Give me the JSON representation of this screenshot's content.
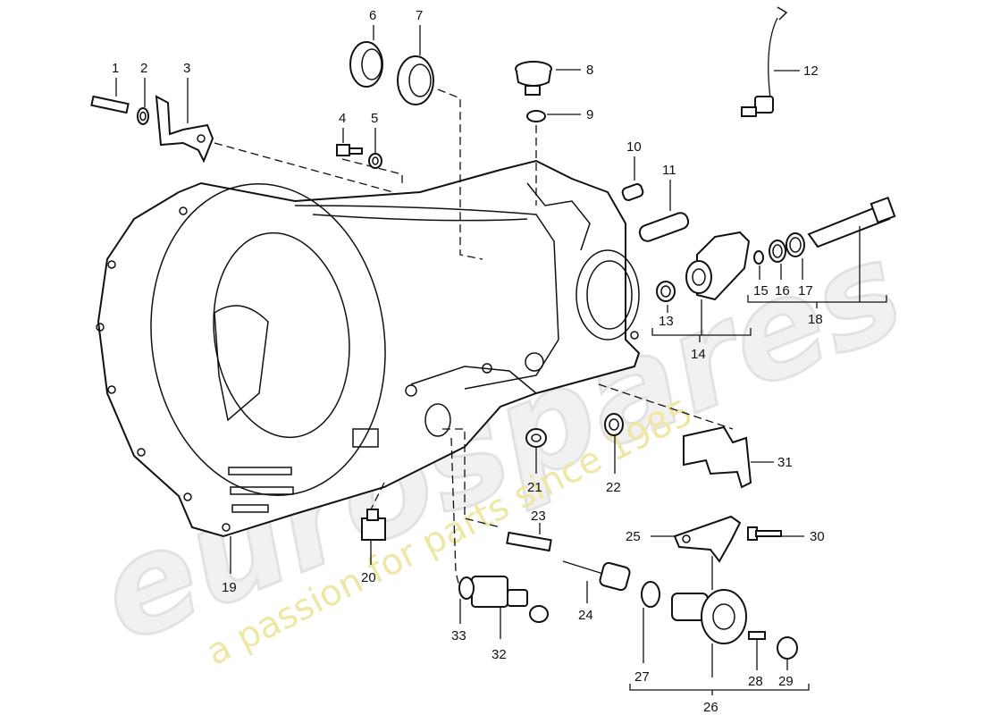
{
  "watermark": {
    "logo_text": "eurospares",
    "tagline": "a passion for parts since 1985",
    "tagline_color": "#efe7a6"
  },
  "callouts": {
    "n1": "1",
    "n2": "2",
    "n3": "3",
    "n4": "4",
    "n5": "5",
    "n6": "6",
    "n7": "7",
    "n8": "8",
    "n9": "9",
    "n10": "10",
    "n11": "11",
    "n12": "12",
    "n13": "13",
    "n14": "14",
    "n15": "15",
    "n16": "16",
    "n17": "17",
    "n18": "18",
    "n19": "19",
    "n20": "20",
    "n21": "21",
    "n22": "22",
    "n23": "23",
    "n24": "24",
    "n25": "25",
    "n26": "26",
    "n27": "27",
    "n28": "28",
    "n29": "29",
    "n30": "30",
    "n31": "31",
    "n32": "32",
    "n33": "33"
  }
}
